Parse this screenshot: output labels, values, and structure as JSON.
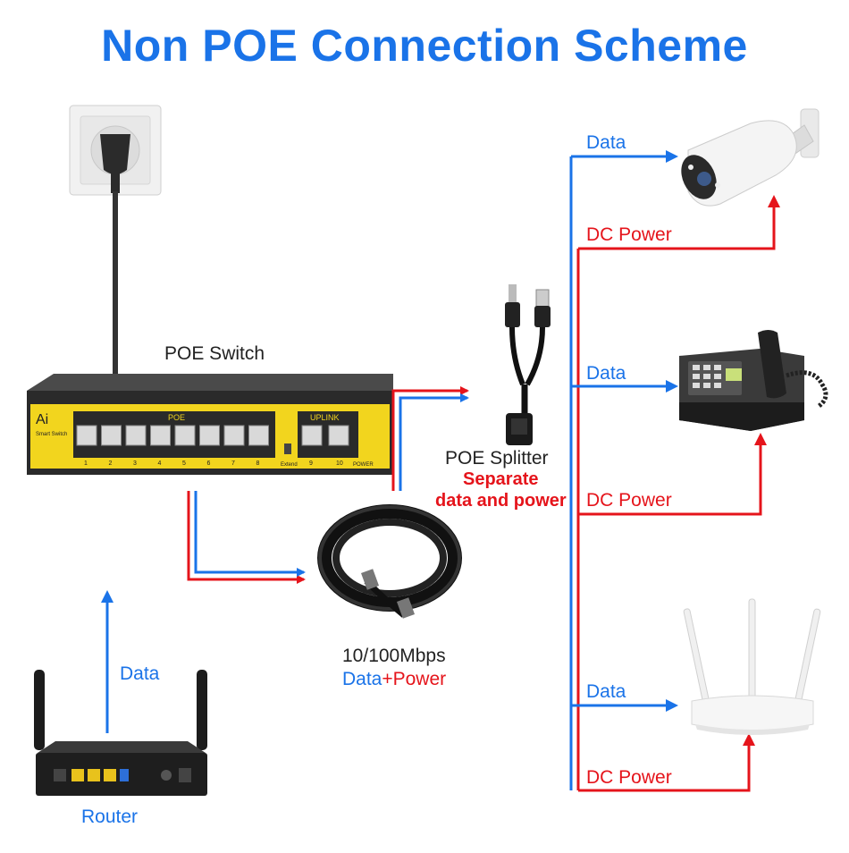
{
  "title": "Non POE Connection Scheme",
  "colors": {
    "title": "#1a73e8",
    "data_line": "#1a73e8",
    "power_line": "#e5141b"
  },
  "labels": {
    "poe_switch": "POE Switch",
    "poe_splitter": "POE Splitter",
    "splitter_note_1": "Separate",
    "splitter_note_2": "data and power",
    "cable_speed": "10/100Mbps",
    "cable_data": "Data",
    "cable_plus": "+",
    "cable_power": "Power",
    "router": "Router",
    "router_data": "Data",
    "camera_data": "Data",
    "camera_power": "DC Power",
    "phone_data": "Data",
    "phone_power": "DC Power",
    "ap_data": "Data",
    "ap_power": "DC Power"
  },
  "switch_face": {
    "brand": "Ai",
    "subtitle": "Smart Switch",
    "poe_label": "POE",
    "uplink_label": "UPLINK",
    "extend_label": "Extend",
    "power_label": "POWER",
    "ports": [
      "1",
      "2",
      "3",
      "4",
      "5",
      "6",
      "7",
      "8"
    ],
    "uplink_ports": [
      "9",
      "10"
    ]
  },
  "icons": [
    "wall-socket-icon",
    "poe-switch-icon",
    "ethernet-cable-icon",
    "poe-splitter-icon",
    "ip-camera-icon",
    "desk-phone-icon",
    "wireless-ap-icon",
    "router-icon"
  ]
}
